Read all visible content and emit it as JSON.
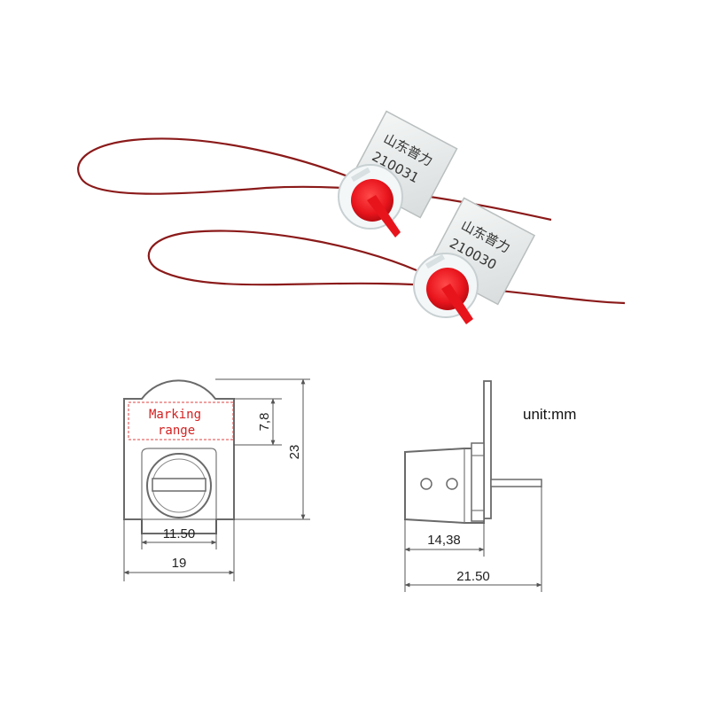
{
  "photo": {
    "seal_top": {
      "tag_line1": "山东普力",
      "tag_line2": "210031"
    },
    "seal_bottom": {
      "tag_line1": "山东普力",
      "tag_line2": "210030"
    },
    "colors": {
      "wire": "#8b1a1a",
      "rotor": "#e8141c",
      "tag": "#e9ecec"
    }
  },
  "front_view": {
    "marking_line1": "Marking",
    "marking_line2": "range",
    "dim_height_marking": "7,8",
    "dim_height_total": "23",
    "dim_inner_width": "11.50",
    "dim_total_width": "19"
  },
  "side_view": {
    "unit": "unit:mm",
    "dim_body_width": "14,38",
    "dim_total_width": "21.50"
  }
}
